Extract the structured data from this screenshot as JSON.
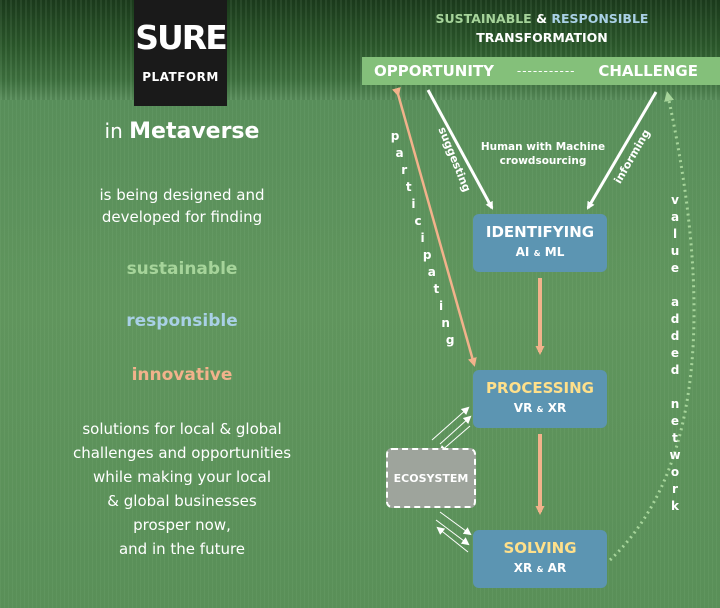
{
  "logo": {
    "main": "SURE",
    "sub": "PLATFORM"
  },
  "left": {
    "in_prefix": "in",
    "metaverse": "Metaverse",
    "desc_line1": "is being designed and",
    "desc_line2": "developed for finding",
    "kw_sustainable": "sustainable",
    "kw_responsible": "responsible",
    "kw_innovative": "innovative",
    "sol_line1": "solutions for local & global",
    "sol_line2": "challenges and opportunities",
    "sol_line3": "while making your local",
    "sol_line4": "& global businesses",
    "sol_line5": "prosper now,",
    "sol_line6": "and in the future"
  },
  "header": {
    "sustainable": "SUSTAINABLE",
    "amp": "&",
    "responsible": "RESPONSIBLE",
    "transformation": "TRANSFORMATION"
  },
  "bar": {
    "opportunity": "OPPORTUNITY",
    "dashes": "-----------",
    "challenge": "CHALLENGE"
  },
  "labels": {
    "human_line1": "Human with Machine",
    "human_line2": "crowdsourcing",
    "suggesting": "suggesting",
    "informing": "informing",
    "participating": "participating",
    "value_added_network": "value added network"
  },
  "boxes": {
    "identifying": {
      "title": "IDENTIFYING",
      "sub_a": "AI",
      "sub_amp": "&",
      "sub_b": "ML"
    },
    "processing": {
      "title": "PROCESSING",
      "sub_a": "VR",
      "sub_amp": "&",
      "sub_b": "XR"
    },
    "solving": {
      "title": "SOLVING",
      "sub_a": "XR",
      "sub_amp": "&",
      "sub_b": "AR"
    },
    "ecosystem": "ECOSYSTEM"
  },
  "colors": {
    "sustainable": "#a6d49a",
    "responsible": "#a9d0e6",
    "innovative": "#f2b28b",
    "box_blue": "#5c95b2",
    "bar_green": "#84c07a",
    "arrow_orange": "#f2b28b",
    "ecosystem_grey": "#9ea49c"
  }
}
